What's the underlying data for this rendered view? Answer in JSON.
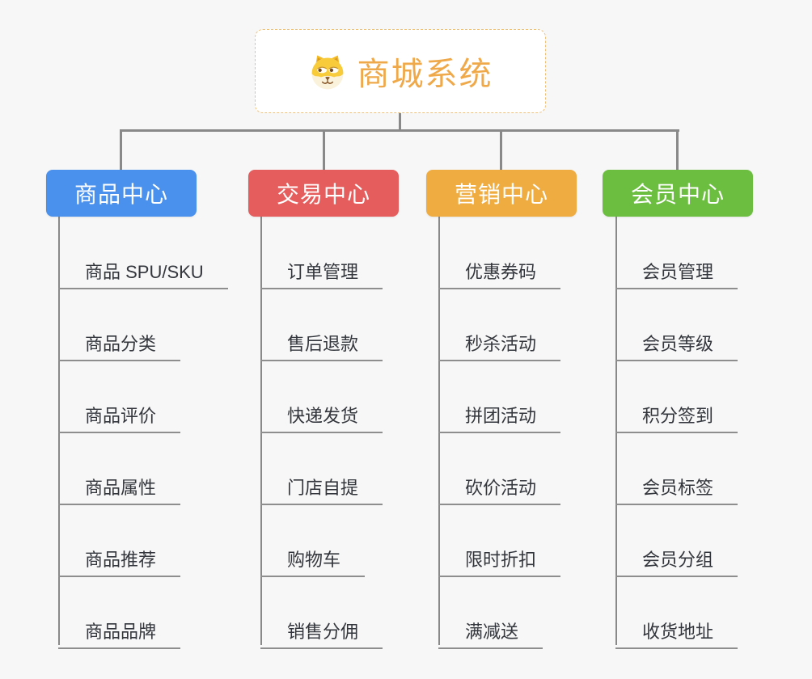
{
  "root": {
    "title": "商城系统",
    "icon": "shiba-dog-icon",
    "title_color": "#EFA94A",
    "border_color": "#EFC27B"
  },
  "colors": {
    "background": "#F7F7F7",
    "connector_gray": "#898989",
    "child_text": "#33363C"
  },
  "branches": [
    {
      "label": "商品中心",
      "color": "#4A90ED",
      "items": [
        "商品 SPU/SKU",
        "商品分类",
        "商品评价",
        "商品属性",
        "商品推荐",
        "商品品牌"
      ]
    },
    {
      "label": "交易中心",
      "color": "#E65D5D",
      "items": [
        "订单管理",
        "售后退款",
        "快递发货",
        "门店自提",
        "购物车",
        "销售分佣"
      ]
    },
    {
      "label": "营销中心",
      "color": "#EFAC40",
      "items": [
        "优惠券码",
        "秒杀活动",
        "拼团活动",
        "砍价活动",
        "限时折扣",
        "满减送"
      ]
    },
    {
      "label": "会员中心",
      "color": "#6CBE40",
      "items": [
        "会员管理",
        "会员等级",
        "积分签到",
        "会员标签",
        "会员分组",
        "收货地址"
      ]
    }
  ]
}
